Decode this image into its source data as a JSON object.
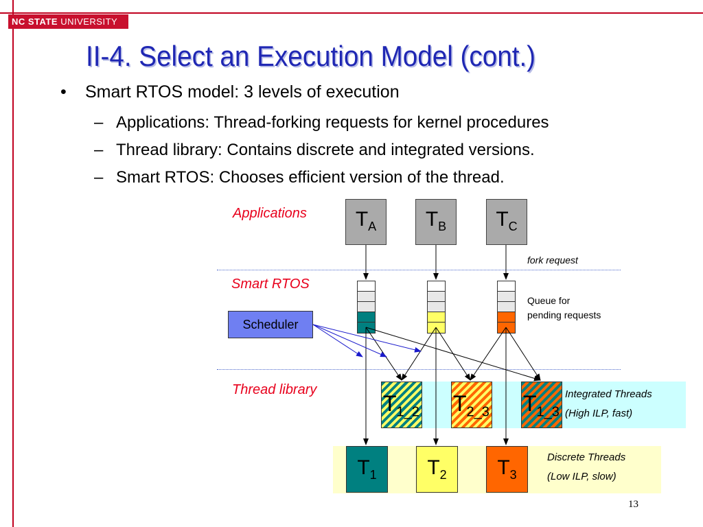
{
  "header": {
    "logo_bold": "NC STATE",
    "logo_rest": " UNIVERSITY",
    "title": "II-4. Select an Execution Model (cont.)"
  },
  "bullets": {
    "main": "Smart RTOS model: 3 levels of execution",
    "sub": [
      "Applications: Thread-forking requests for kernel procedures",
      "Thread library: Contains discrete and integrated versions.",
      "Smart RTOS: Chooses efficient version of the thread."
    ]
  },
  "diagram": {
    "labels": {
      "applications": "Applications",
      "smart_rtos": "Smart RTOS",
      "thread_library": "Thread library",
      "fork_request": "fork request",
      "queue_line1": "Queue for",
      "queue_line2": "pending requests",
      "scheduler": "Scheduler",
      "integrated_line1": "Integrated Threads",
      "integrated_line2": "(High ILP, fast)",
      "discrete_line1": "Discrete Threads",
      "discrete_line2": "(Low ILP, slow)"
    },
    "app_threads": [
      {
        "main": "T",
        "sub": "A"
      },
      {
        "main": "T",
        "sub": "B"
      },
      {
        "main": "T",
        "sub": "C"
      }
    ],
    "integrated_threads": [
      {
        "main": "T",
        "sub": "1_2"
      },
      {
        "main": "T",
        "sub": "2_3"
      },
      {
        "main": "T",
        "sub": "1_3"
      }
    ],
    "discrete_threads": [
      {
        "main": "T",
        "sub": "1",
        "color": "#008080"
      },
      {
        "main": "T",
        "sub": "2",
        "color": "#ffff66"
      },
      {
        "main": "T",
        "sub": "3",
        "color": "#ff6600"
      }
    ],
    "colors": {
      "thread1": "#008080",
      "thread2": "#ffff66",
      "thread3": "#ff6600",
      "scheduler": "#6f7ff2",
      "label_red": "#e8001c",
      "title_blue": "#1f27b3"
    }
  },
  "page_number": "13"
}
